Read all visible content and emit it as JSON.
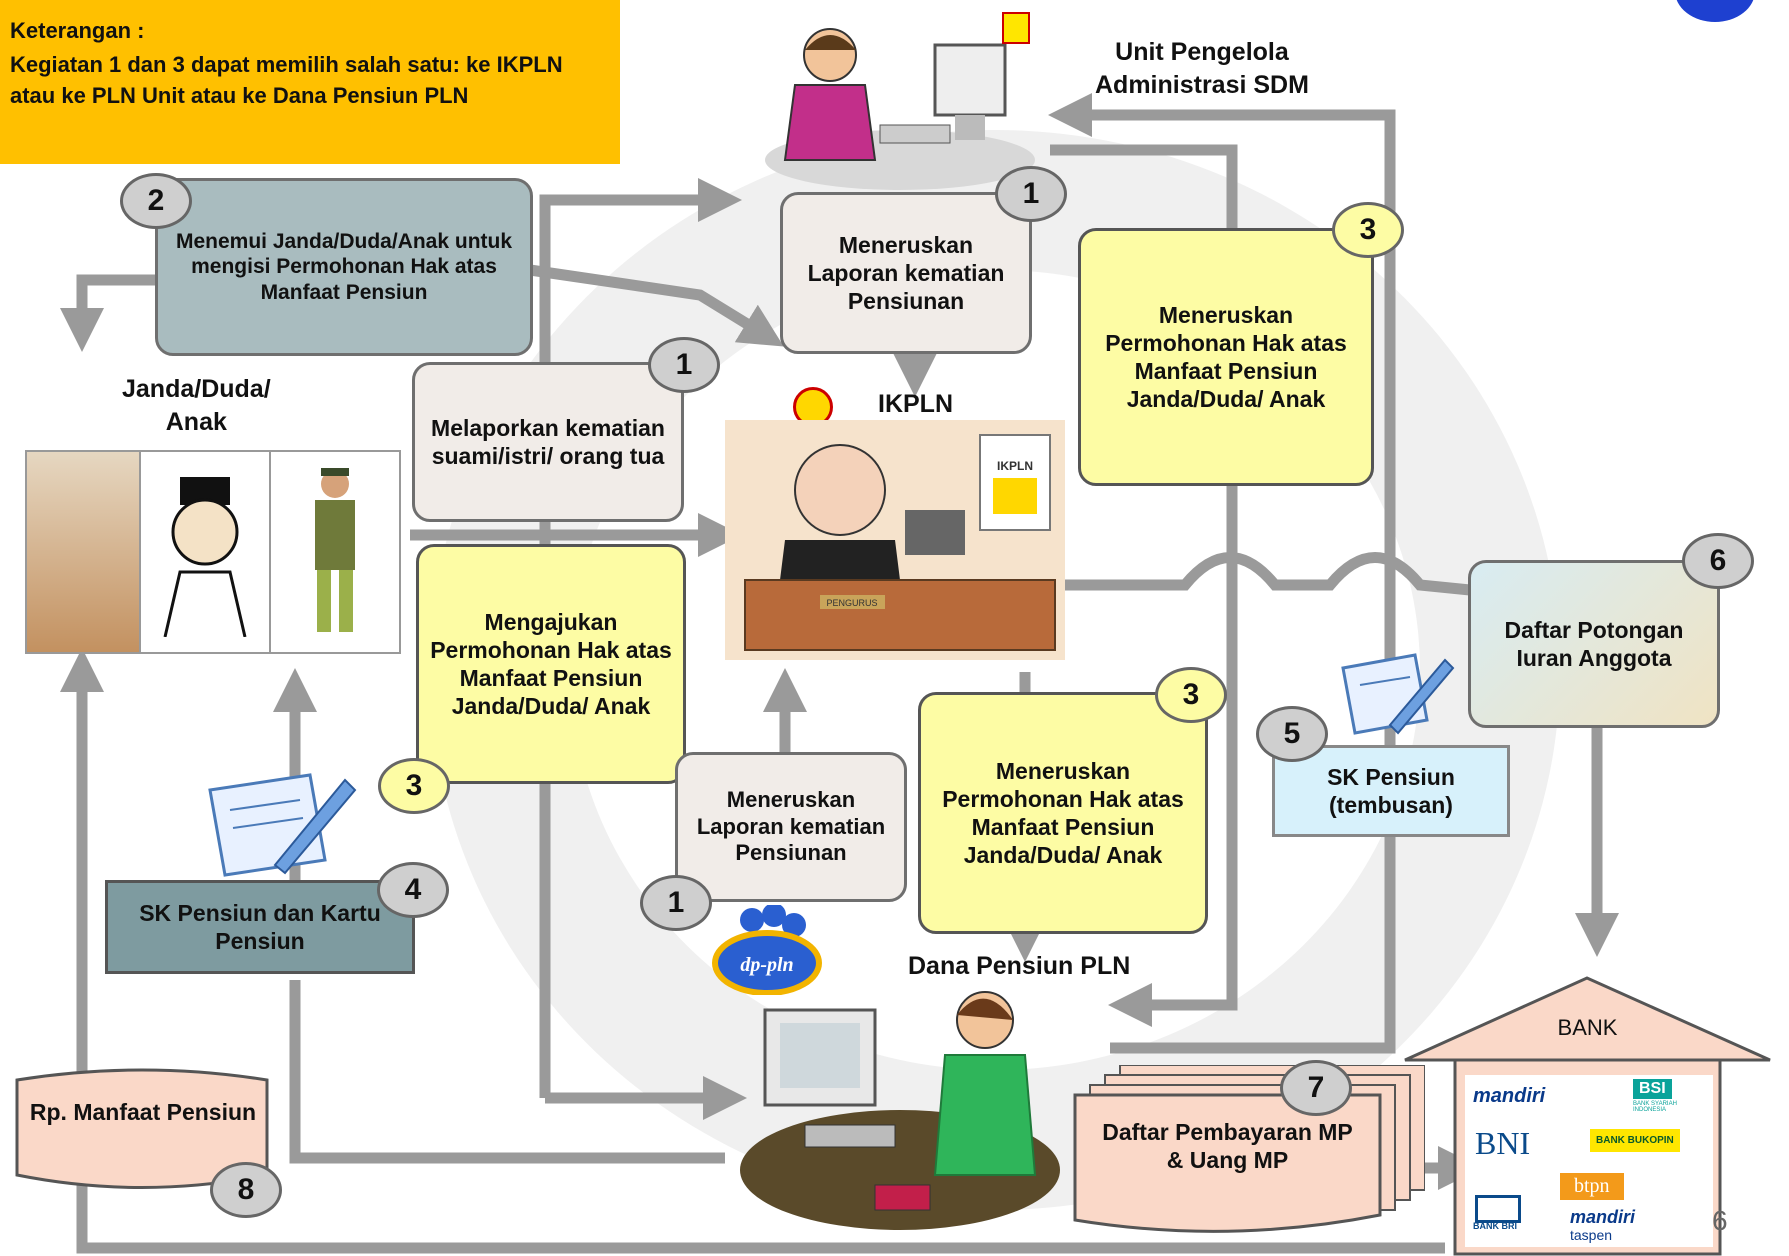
{
  "legend": {
    "title": "Keterangan :",
    "text": "Kegiatan 1 dan 3 dapat memilih salah satu:  ke IKPLN atau  ke  PLN Unit atau ke Dana Pensiun PLN"
  },
  "labels": {
    "unit_pengelola": "Unit Pengelola\nAdministrasi SDM",
    "ikpln": "IKPLN",
    "janda": "Janda/Duda/\nAnak",
    "dana_pensiun": "Dana Pensiun PLN",
    "bank": "BANK",
    "page_number": "6",
    "ikpln_sign": "IKPLN",
    "desk_plate": "PENGURUS",
    "dp_logo": "dp-pln"
  },
  "steps": [
    {
      "num": "2",
      "text": "Menemui Janda/Duda/Anak untuk mengisi Permohonan Hak atas Manfaat Pensiun"
    },
    {
      "num": "1",
      "text": "Meneruskan Laporan kematian Pensiunan"
    },
    {
      "num": "1",
      "text": "Melaporkan kematian suami/istri/ orang tua"
    },
    {
      "num": "3",
      "text": "Meneruskan Permohonan Hak atas Manfaat Pensiun Janda/Duda/ Anak"
    },
    {
      "num": "3",
      "text": "Mengajukan Permohonan Hak atas Manfaat Pensiun Janda/Duda/ Anak"
    },
    {
      "num": "1",
      "text": "Meneruskan Laporan kematian Pensiunan"
    },
    {
      "num": "3",
      "text": "Meneruskan Permohonan Hak atas Manfaat Pensiun Janda/Duda/ Anak"
    },
    {
      "num": "6",
      "text": "Daftar Potongan Iuran Anggota"
    },
    {
      "num": "5",
      "text": "SK Pensiun (tembusan)"
    },
    {
      "num": "4",
      "text": "SK Pensiun dan Kartu Pensiun"
    },
    {
      "num": "7",
      "text": "Daftar Pembayaran MP\n& Uang MP"
    },
    {
      "num": "8",
      "text": "Rp. Manfaat Pensiun"
    }
  ],
  "banks": [
    "mandiri",
    "BSI",
    "BANK SYARIAH INDONESIA",
    "BNI",
    "BANK BUKOPIN",
    "BANK BRI",
    "btpn",
    "mandiri",
    "taspen"
  ],
  "colors": {
    "arrow": "#9a9a9a",
    "yellow_box": "#fdfca4",
    "legend_bg": "#ffc000",
    "beige_box": "#f1ece8",
    "grayblue_box": "#a9bcbf"
  }
}
